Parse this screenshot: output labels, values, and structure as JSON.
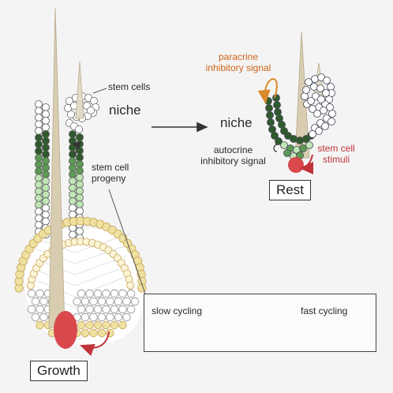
{
  "labels": {
    "stem_cells": "stem cells",
    "niche_growth": "niche",
    "stem_cell_progeny": [
      "stem cell",
      "progeny"
    ],
    "growth": "Growth",
    "paracrine_signal": [
      "paracrine",
      "inhibitory signal"
    ],
    "niche_rest": "niche",
    "autocrine_signal": [
      "autocrine",
      "inhibitory signal"
    ],
    "stem_cell_stimuli": [
      "stem cell",
      "stimuli"
    ],
    "rest": "Rest"
  },
  "legend": {
    "slow": "slow cycling",
    "fast": "fast cycling",
    "dot_colors": [
      "#2f4a33",
      "#5e8a5b",
      "#9fd090",
      "#c8ebb8",
      "#efe3a3"
    ]
  },
  "colors": {
    "dark_green": "#2f5a2c",
    "mid_green": "#5c9a55",
    "light_green": "#bfe6b4",
    "yellow": "#efe1a0",
    "gold_outline": "#c7a55a",
    "papilla_red": "#d9484b",
    "shaft": "#d8ccb1",
    "red_arrow": "#c0333b",
    "orange_arrow": "#d98a2a"
  }
}
